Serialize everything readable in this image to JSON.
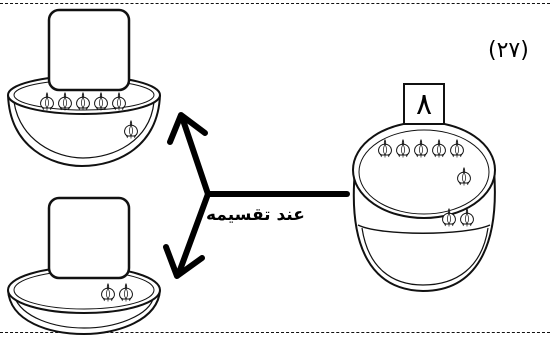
{
  "question_number": "(٢٧)",
  "given_number": "٨",
  "action_label": "عند تقسيمه",
  "source_bowl": {
    "garlic_count": 8,
    "box_value": "٨"
  },
  "result_bowls": [
    {
      "position": "top",
      "garlic_count": 6,
      "box_value": ""
    },
    {
      "position": "bottom",
      "garlic_count": 2,
      "box_value": ""
    }
  ]
}
